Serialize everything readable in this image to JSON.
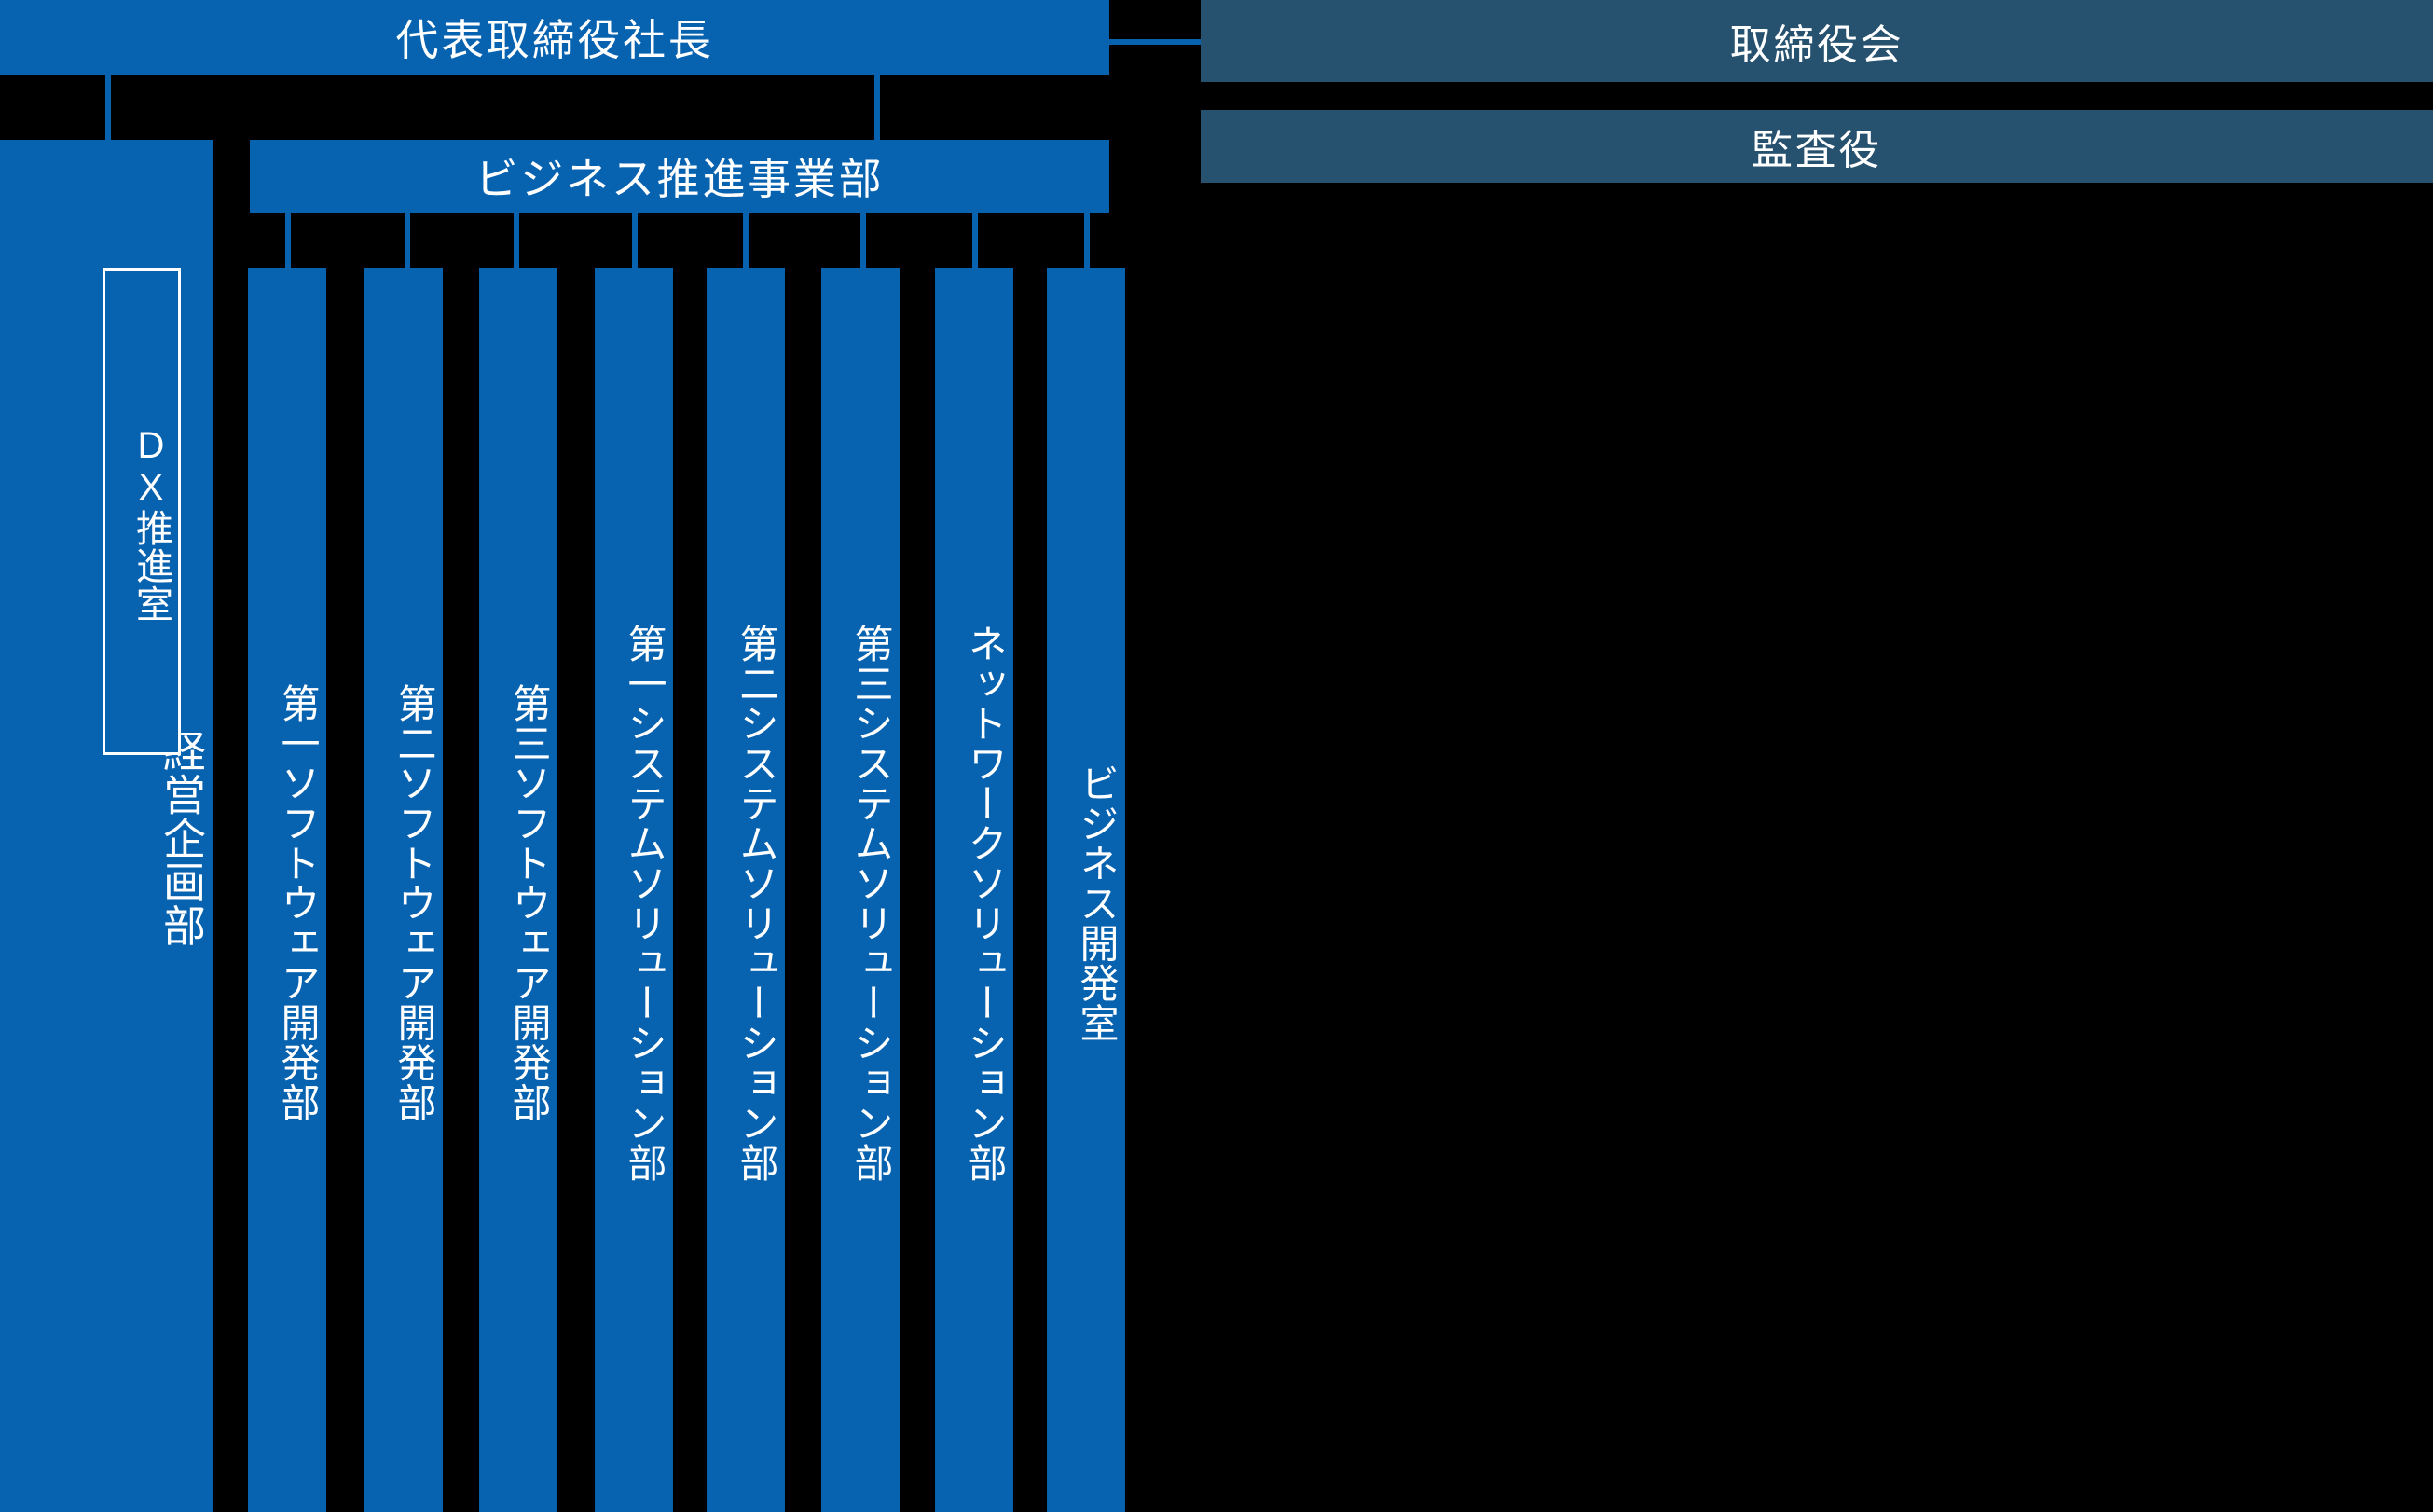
{
  "colors": {
    "background": "#000000",
    "primary_box": "#0762b0",
    "secondary_box": "#27526f",
    "text": "#ffffff",
    "connector": "#0762b0",
    "inset_border": "#ffffff"
  },
  "top": {
    "president": "代表取締役社長"
  },
  "governance": [
    {
      "label": "取締役会"
    },
    {
      "label": "監査役"
    }
  ],
  "left_column": {
    "label": "経営企画部",
    "inset": {
      "label": "DX推進室"
    }
  },
  "business_division": {
    "label": "ビジネス推進事業部",
    "departments": [
      {
        "label": "第一ソフトウェア開発部"
      },
      {
        "label": "第二ソフトウェア開発部"
      },
      {
        "label": "第三ソフトウェア開発部"
      },
      {
        "label": "第一システムソリューション部"
      },
      {
        "label": "第二システムソリューション部"
      },
      {
        "label": "第三システムソリューション部"
      },
      {
        "label": "ネットワークソリューション部"
      },
      {
        "label": "ビジネス開発室"
      }
    ]
  }
}
